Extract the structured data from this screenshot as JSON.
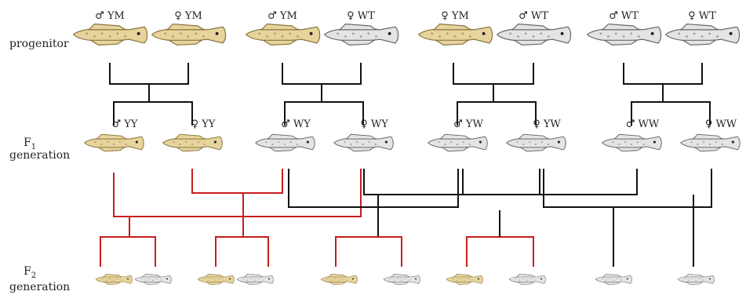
{
  "rows": {
    "progenitor": "progenitor",
    "f1_main": "F",
    "f1_sub": "1",
    "f1_word": "generation",
    "f2_main": "F",
    "f2_sub": "2",
    "f2_word": "generation"
  },
  "colors": {
    "yellow_fill": "#e6d49c",
    "yellow_stroke": "#8a7540",
    "white_fill": "#e4e4e4",
    "white_stroke": "#6a6a6a",
    "line_black": "#111111",
    "line_red": "#c81e1e"
  },
  "progenitor_fish": [
    {
      "label": "♂ YM",
      "type": "yellow"
    },
    {
      "label": "♀ YM",
      "type": "yellow"
    },
    {
      "label": "♂ YM",
      "type": "yellow"
    },
    {
      "label": "♀ WT",
      "type": "white"
    },
    {
      "label": "♀ YM",
      "type": "yellow"
    },
    {
      "label": "♂ WT",
      "type": "white"
    },
    {
      "label": "♂ WT",
      "type": "white"
    },
    {
      "label": "♀ WT",
      "type": "white"
    }
  ],
  "f1_fish": [
    {
      "label": "♂ YY",
      "type": "yellow"
    },
    {
      "label": "♀ YY",
      "type": "yellow"
    },
    {
      "label": "♂ WY",
      "type": "white"
    },
    {
      "label": "♀ WY",
      "type": "white"
    },
    {
      "label": "♂ YW",
      "type": "white"
    },
    {
      "label": "♀ YW",
      "type": "white"
    },
    {
      "label": "♂ WW",
      "type": "white"
    },
    {
      "label": "♀ WW",
      "type": "white"
    }
  ],
  "f2_fish": [
    {
      "type": "yellow"
    },
    {
      "type": "white"
    },
    {
      "type": "yellow"
    },
    {
      "type": "white"
    },
    {
      "type": "yellow"
    },
    {
      "type": "white"
    },
    {
      "type": "yellow"
    },
    {
      "type": "white"
    },
    {
      "type": "white"
    },
    {
      "type": "white"
    }
  ]
}
